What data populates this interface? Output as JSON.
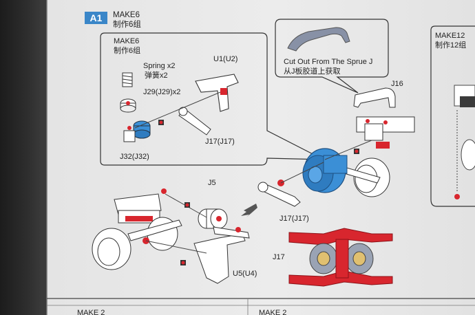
{
  "step": {
    "id": "A1",
    "title": "MAKE6",
    "title_cn": "制作6组"
  },
  "callout_left": {
    "title": "MAKE6",
    "title_cn": "制作6组",
    "spring_label": "Spring x2",
    "spring_label_cn": "弹簧x2",
    "part_j29": "J29(J29)x2",
    "part_j32": "J32(J32)",
    "part_u1": "U1(U2)",
    "part_j17": "J17(J17)"
  },
  "callout_sprue": {
    "line1": "Cut Out From The Sprue J",
    "line2": "从J板胶道上获取"
  },
  "callout_right": {
    "title": "MAKE12",
    "title_cn": "制作12组"
  },
  "main_labels": {
    "j16": "J16",
    "j5": "J5",
    "j17_mid": "J17(J17)",
    "j17_part": "J17",
    "u5": "U5(U4)"
  },
  "bottom_row": {
    "left": "MAKE 2",
    "mid": "MAKE 2"
  },
  "colors": {
    "accent": "#3a86c8",
    "highlight": "#d8262e",
    "wheel_blue": "#3b8fd6",
    "line": "#333333"
  }
}
